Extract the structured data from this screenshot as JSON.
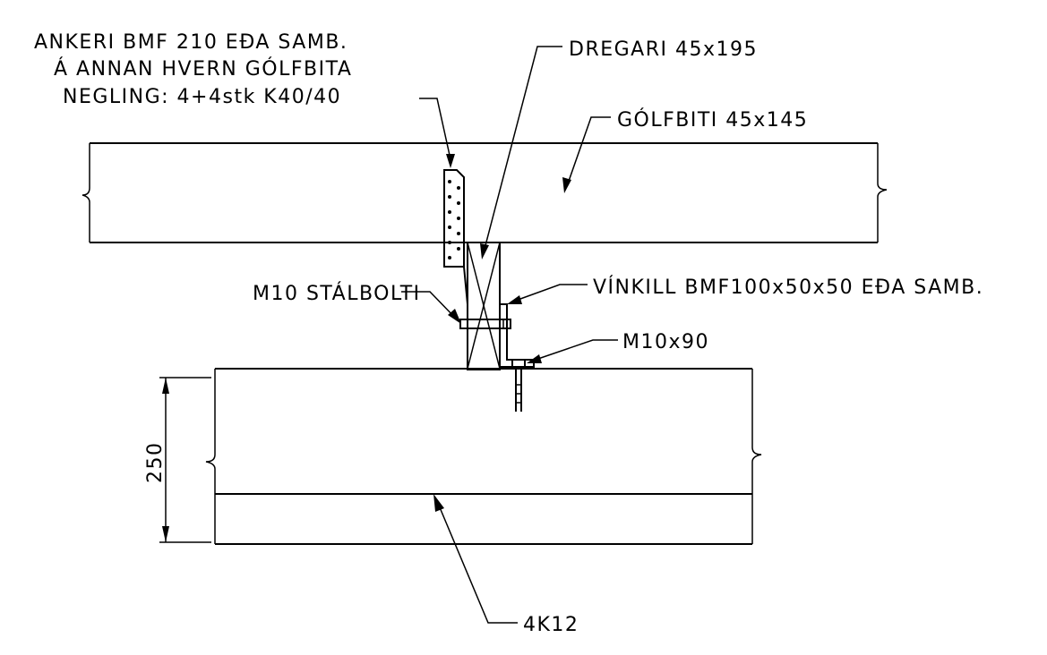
{
  "labels": {
    "anchor_line1": "ANKERI BMF 210 EÐA SAMB.",
    "anchor_line2": "Á ANNAN HVERN GÓLFBITA",
    "anchor_line3": "NEGLING: 4+4stk K40/40",
    "dregari": "DREGARI 45x195",
    "golfbiti": "GÓLFBITI 45x145",
    "stalbolti": "M10 STÁLBOLTI",
    "vinkill": "VÍNKILL BMF100x50x50 EÐA SAMB.",
    "m10x90": "M10x90",
    "dimension_250": "250",
    "rebar": "4K12"
  },
  "colors": {
    "line": "#000000",
    "background": "#ffffff"
  }
}
